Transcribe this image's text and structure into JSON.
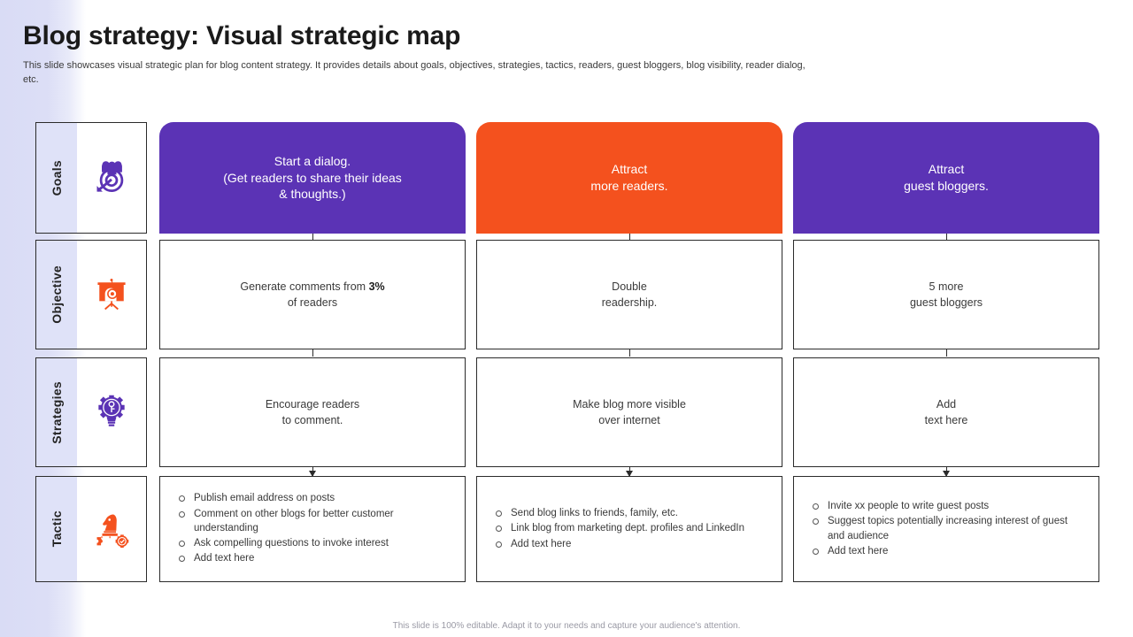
{
  "header": {
    "title": "Blog strategy: Visual strategic map",
    "subtitle": "This slide showcases visual strategic plan for blog content strategy. It provides details about goals, objectives, strategies, tactics, readers, guest bloggers, blog visibility, reader dialog, etc."
  },
  "colors": {
    "purple": "#5b33b5",
    "orange": "#f4511e",
    "label_band": "#dfe2f8",
    "border": "#2b2b2b",
    "text": "#3a3a3a"
  },
  "rows": [
    {
      "key": "goals",
      "label": "Goals",
      "icon": "people-target-icon"
    },
    {
      "key": "objective",
      "label": "Objective",
      "icon": "presentation-target-icon"
    },
    {
      "key": "strategies",
      "label": "Strategies",
      "icon": "gear-lightbulb-icon"
    },
    {
      "key": "tactic",
      "label": "Tactic",
      "icon": "chess-knight-puzzle-gear-icon"
    }
  ],
  "columns": [
    {
      "goal": {
        "lines": [
          "Start a dialog.",
          "(Get readers to share their ideas",
          "& thoughts.)"
        ],
        "color": "#5b33b5"
      },
      "objective": {
        "lines": [
          "Generate comments from 3%",
          "of readers"
        ],
        "bold": "3%"
      },
      "strategy": {
        "lines": [
          "Encourage readers",
          "to comment."
        ]
      },
      "tactics": [
        "Publish email address on posts",
        "Comment on other blogs for better customer understanding",
        "Ask compelling questions to invoke interest",
        "Add text here"
      ]
    },
    {
      "goal": {
        "lines": [
          "Attract",
          "more readers."
        ],
        "color": "#f4511e"
      },
      "objective": {
        "lines": [
          "Double",
          "readership."
        ]
      },
      "strategy": {
        "lines": [
          "Make blog more visible",
          "over internet"
        ]
      },
      "tactics": [
        "Send blog links to friends, family, etc.",
        "Link blog from marketing dept. profiles and LinkedIn",
        "Add text here"
      ]
    },
    {
      "goal": {
        "lines": [
          "Attract",
          "guest bloggers."
        ],
        "color": "#5b33b5"
      },
      "objective": {
        "lines": [
          "5 more",
          "guest bloggers"
        ]
      },
      "strategy": {
        "lines": [
          "Add",
          "text here"
        ]
      },
      "tactics": [
        "Invite xx people to write guest posts",
        "Suggest topics potentially increasing interest of guest and audience",
        "Add text here"
      ]
    }
  ],
  "footer": "This slide is 100% editable. Adapt it to your needs and capture your audience's attention."
}
